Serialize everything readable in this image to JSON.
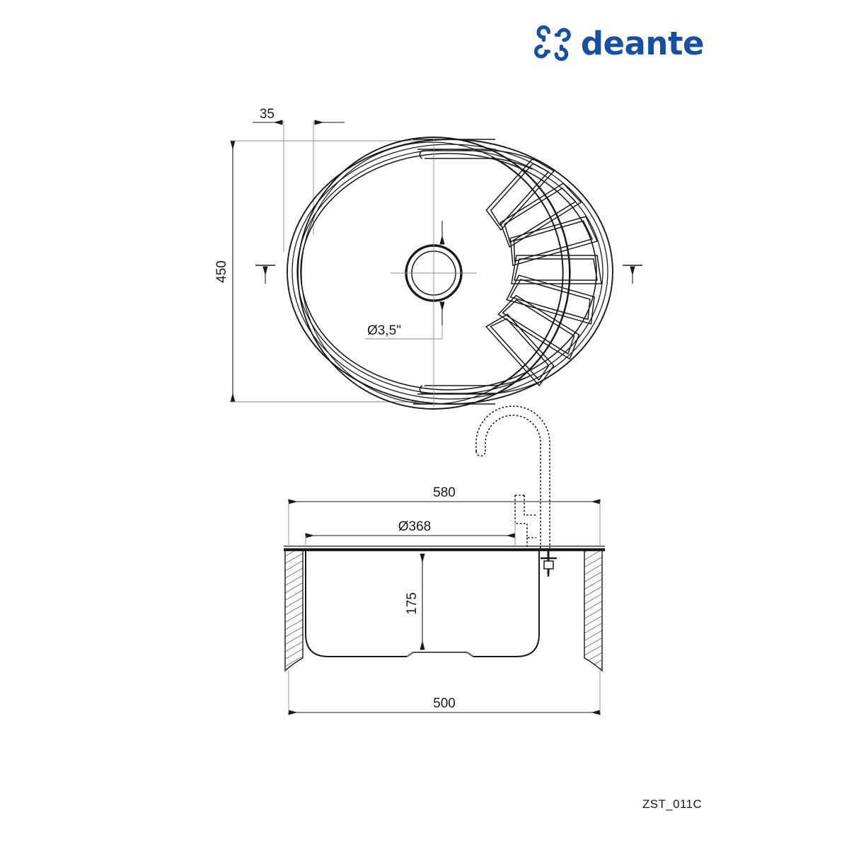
{
  "sheet": {
    "title": "Deante kitchen sink technical drawing",
    "background_color": "#ffffff",
    "line_color": "#1a1a1a"
  },
  "brand": {
    "name": "deante",
    "color": "#16509e",
    "mark_name": "deante-pinwheel-logo"
  },
  "product": {
    "code": "ZST_011C"
  },
  "views": [
    {
      "id": "top-view",
      "name": "Top view of oval sink with round bowl and drainer"
    },
    {
      "id": "section-view",
      "name": "Cross-section view of sink with faucet"
    }
  ],
  "dimensions": {
    "top_offset": "35",
    "overall_height": "450",
    "drain_diameter": "Ø3,5\"",
    "overall_length": "580",
    "bowl_diameter": "Ø368",
    "bowl_depth": "175",
    "cutout_length": "500"
  }
}
